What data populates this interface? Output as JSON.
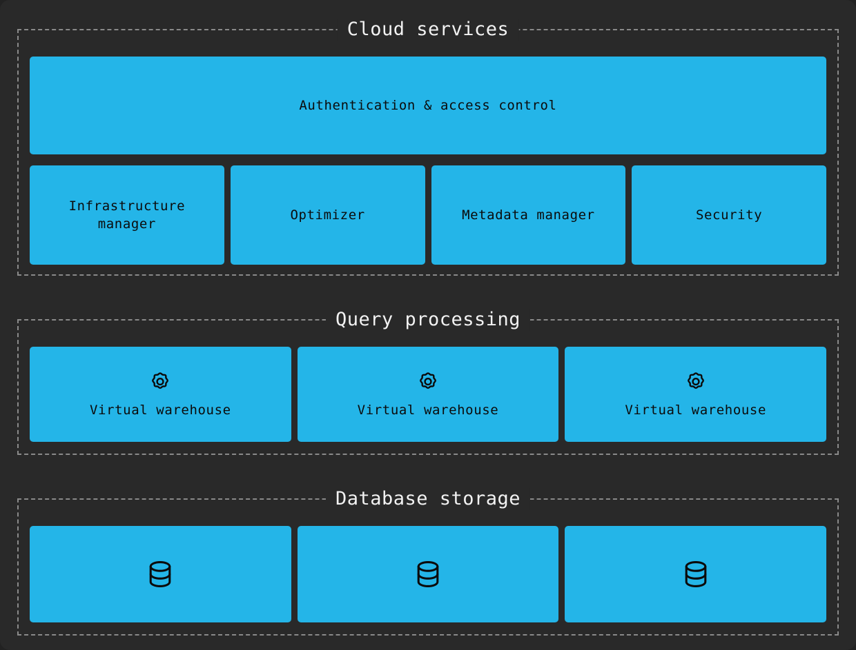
{
  "theme": {
    "page_background": "#222222",
    "panel_background": "#292929",
    "node_color": "#24b5e8",
    "node_text_color": "#0b0b0b",
    "group_border_color": "#8a8a8a",
    "title_color": "#f2f2f2"
  },
  "sections": {
    "cloud_services": {
      "title": "Cloud services",
      "top_row": [
        {
          "label": "Authentication & access control"
        }
      ],
      "bottom_row": [
        {
          "label": "Infrastructure manager"
        },
        {
          "label": "Optimizer"
        },
        {
          "label": "Metadata manager"
        },
        {
          "label": "Security"
        }
      ]
    },
    "query_processing": {
      "title": "Query processing",
      "nodes": [
        {
          "label": "Virtual warehouse",
          "icon": "gear-icon"
        },
        {
          "label": "Virtual warehouse",
          "icon": "gear-icon"
        },
        {
          "label": "Virtual warehouse",
          "icon": "gear-icon"
        }
      ]
    },
    "database_storage": {
      "title": "Database storage",
      "nodes": [
        {
          "label": "",
          "icon": "database-icon"
        },
        {
          "label": "",
          "icon": "database-icon"
        },
        {
          "label": "",
          "icon": "database-icon"
        }
      ]
    }
  }
}
